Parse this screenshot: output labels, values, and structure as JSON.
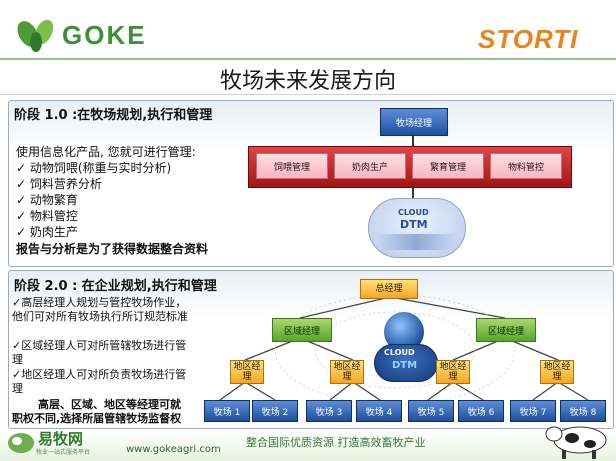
{
  "header": {
    "left_logo": "GOKE",
    "right_logo": "STORTI",
    "title": "牧场未来发展方向"
  },
  "stage1": {
    "heading": "阶段 1.0 :在牧场规划,执行和管理",
    "intro": "使用信息化产品, 您就可进行管理:",
    "items": [
      "✓ 动物饲喂(称重与实时分析)",
      "✓ 饲料营养分析",
      "✓ 动物繁育",
      "✓ 物料管控",
      "✓ 奶肉生产"
    ],
    "summary": "报告与分析是为了获得数据整合资料",
    "top_box": "牧场经理",
    "modules": [
      "饲喂管理",
      "奶肉生产",
      "繁育管理",
      "物料管控"
    ],
    "cloud_label": "CLOUD",
    "cloud_brand": "DTM"
  },
  "stage2": {
    "heading": "阶段 2.0 : 在企业规划,执行和管理",
    "items": [
      "✓高层经理人规划与管控牧场作业，他们可对所有牧场执行所订规范标准",
      "✓区域经理人可对所管辖牧场进行管理",
      "✓地区经理人可对所负责牧场进行管理"
    ],
    "summary_line1": "高层、区域、地区等经理可就",
    "summary_line2": "职权不同,选择所届管辖牧场监督权",
    "general_manager": "总经理",
    "regional_managers": [
      "区域经理",
      "区域经理"
    ],
    "district_managers": [
      "地区经理",
      "地区经理",
      "地区经理",
      "地区经理"
    ],
    "farms": [
      "牧场 1",
      "牧场 2",
      "牧场 3",
      "牧场 4",
      "牧场 5",
      "牧场 6",
      "牧场 7",
      "牧场 8"
    ],
    "cloud_label": "CLOUD",
    "cloud_brand": "DTM"
  },
  "footer": {
    "brand": "易牧网",
    "brand_sub": "牧业一站式服务平台",
    "url": "www.gokeagri.com",
    "slogan": "整合国际优质资源  打造高效畜牧产业"
  },
  "colors": {
    "goke_green": "#3e8f38",
    "storti_orange": "#e8841a",
    "farm_blue": "#1f4f9e",
    "module_red": "#c02020"
  }
}
